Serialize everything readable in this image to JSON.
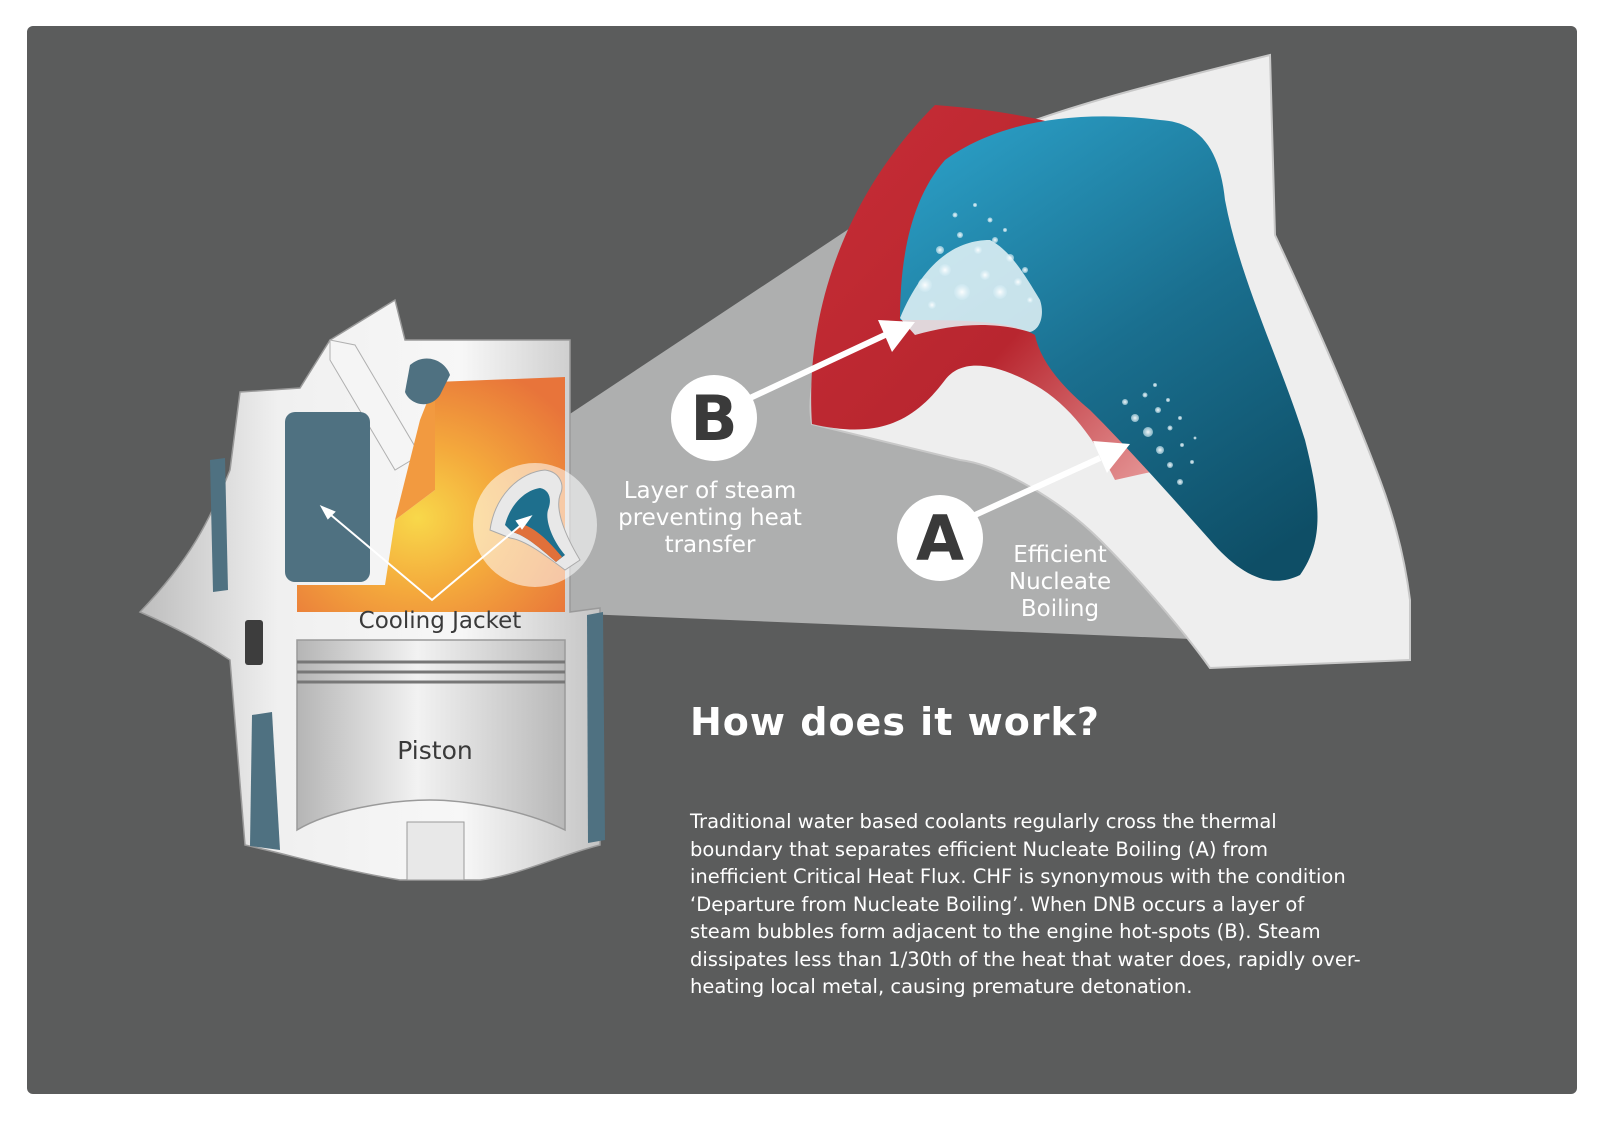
{
  "labels": {
    "cooling_jacket": "Cooling Jacket",
    "piston": "Piston",
    "marker_b": "B",
    "marker_a": "A",
    "steam_layer": [
      "Layer of steam",
      "preventing heat",
      "transfer"
    ],
    "nucleate_boiling": [
      "Efficient",
      "Nucleate",
      "Boiling"
    ]
  },
  "heading": "How does it work?",
  "body": "Traditional water based coolants regularly cross the thermal boundary that separates efficient Nucleate Boiling (A) from inefficient Critical Heat Flux. CHF is synonymous with the condition ‘Departure from Nucleate Boiling’. When DNB occurs  a layer of steam bubbles form adjacent to the engine hot-spots (B). Steam dissipates less than 1/30th of the heat that water does, rapidly over-heating local metal, causing premature detonation.",
  "colors": {
    "background": "#5b5c5c",
    "metal": "#e6e6e6",
    "coolant": "#4f7181",
    "hot_metal": "#c0303a",
    "combustion": "#f08a3a",
    "water": "#1d7fa3"
  }
}
